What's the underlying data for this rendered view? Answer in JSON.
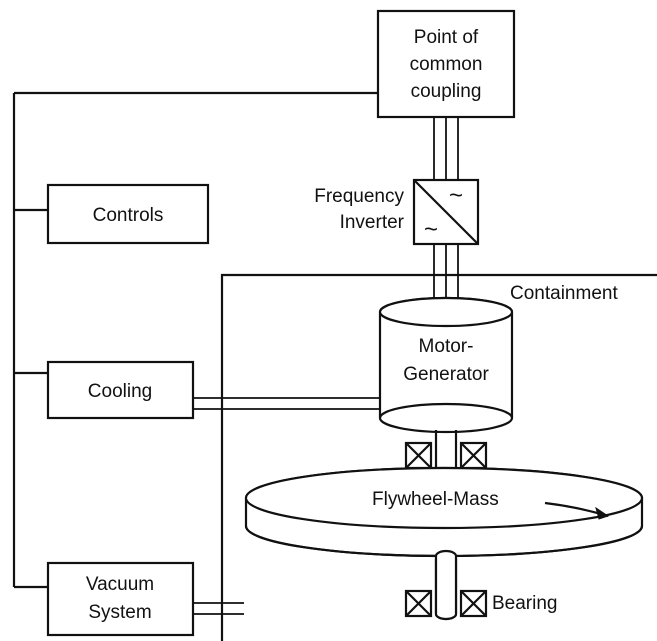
{
  "diagram": {
    "pcc_label": [
      "Point of",
      "common",
      "coupling"
    ],
    "frequency_inverter_label": [
      "Frequency",
      "Inverter"
    ],
    "inverter_symbol": "~",
    "controls_label": "Controls",
    "cooling_label": "Cooling",
    "vacuum_label": [
      "Vacuum",
      "System"
    ],
    "containment_label": "Containment",
    "motor_generator_label": [
      "Motor-",
      "Generator"
    ],
    "flywheel_label": "Flywheel-Mass",
    "bearing_label": "Bearing"
  }
}
